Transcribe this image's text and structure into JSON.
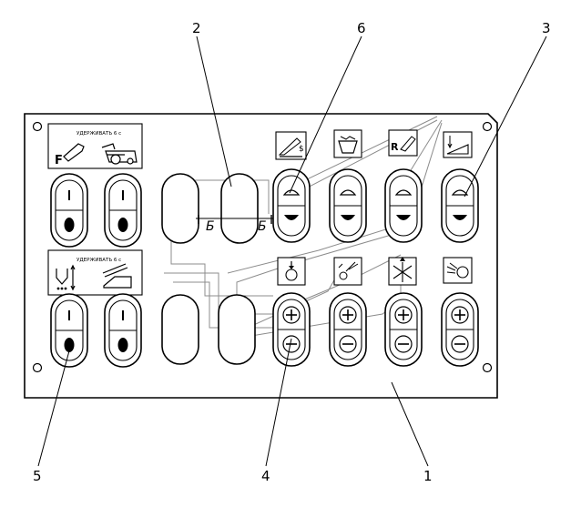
{
  "callouts": [
    {
      "id": "1",
      "label": "1"
    },
    {
      "id": "2",
      "label": "2"
    },
    {
      "id": "3",
      "label": "3"
    },
    {
      "id": "4",
      "label": "4"
    },
    {
      "id": "5",
      "label": "5"
    },
    {
      "id": "6",
      "label": "6"
    }
  ],
  "hold_label_top": "УДЕРЖИВАТЬ 6 с",
  "hold_label_bottom": "УДЕРЖИВАТЬ 6 с",
  "letters": {
    "f": "F",
    "r": "R",
    "b1": "Б",
    "b2": "Б"
  }
}
